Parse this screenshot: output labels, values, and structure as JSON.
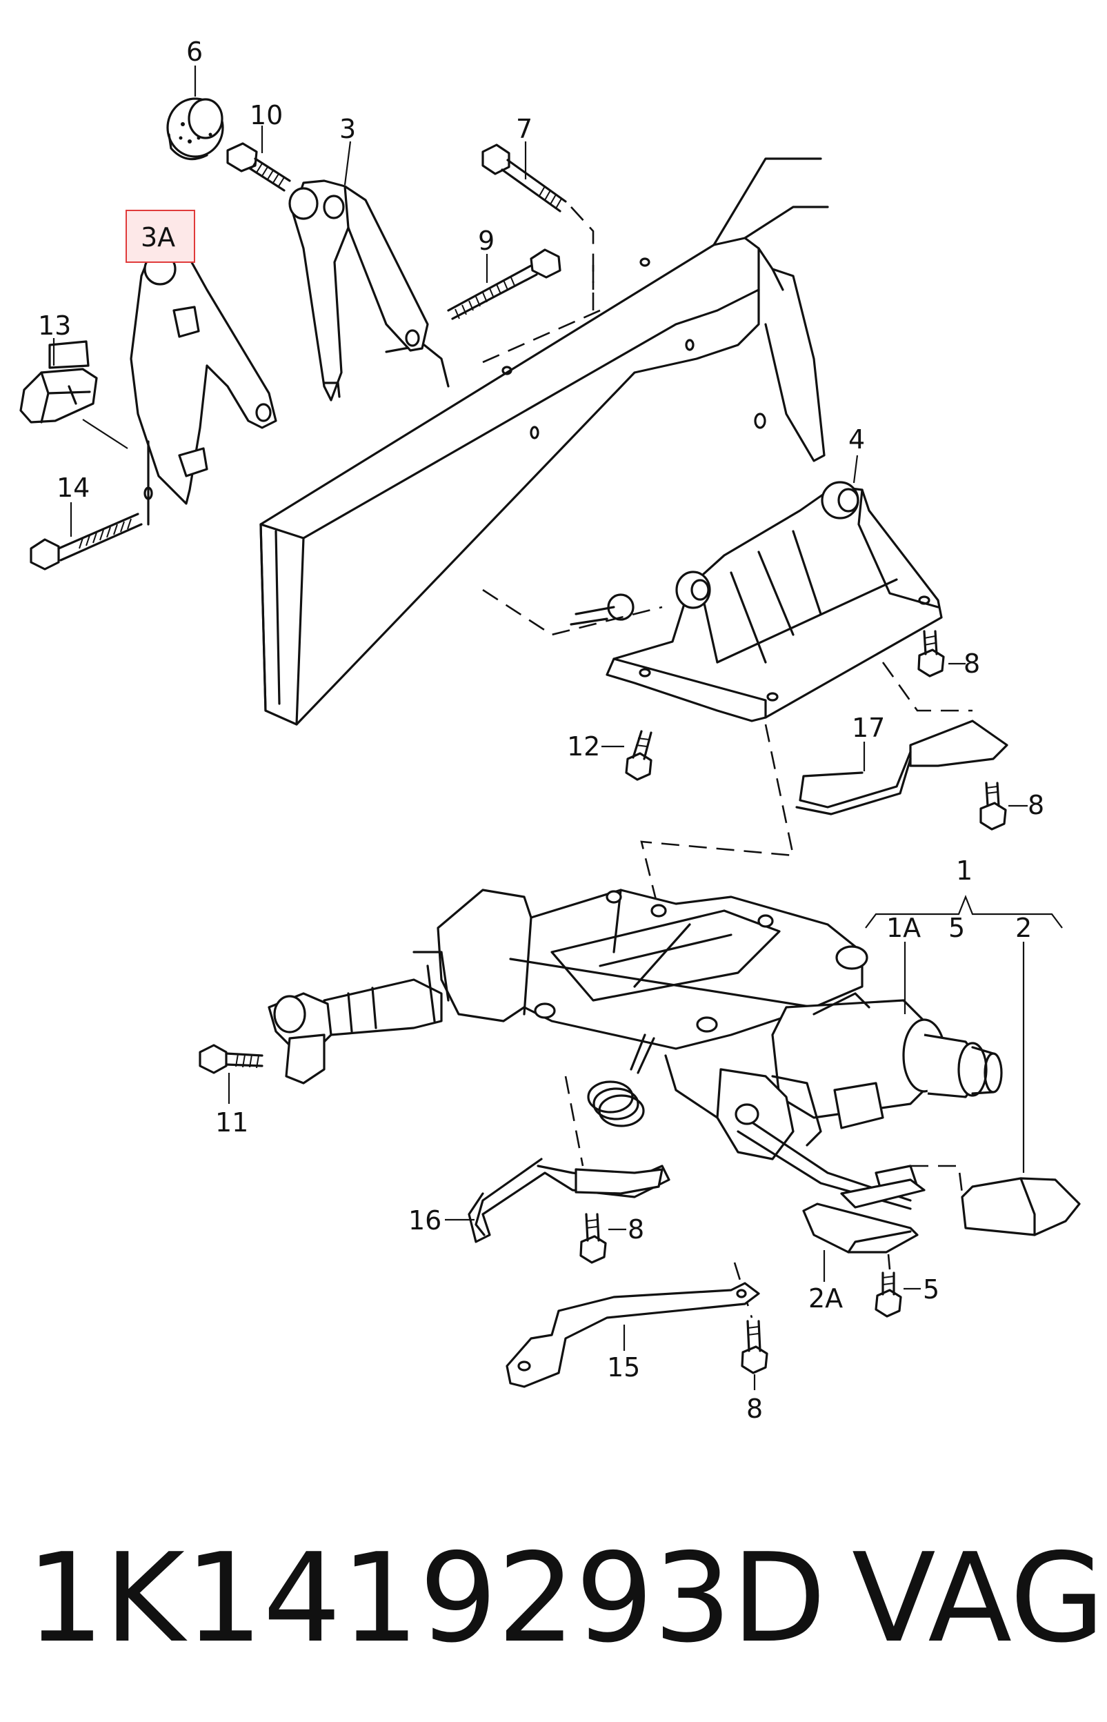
{
  "diagram": {
    "labels": {
      "l1": "1",
      "l1a": "1A",
      "l2": "2",
      "l2a": "2A",
      "l3": "3",
      "l3a": "3A",
      "l4": "4",
      "l5a": "5",
      "l5b": "5",
      "l6": "6",
      "l7": "7",
      "l8a": "8",
      "l8b": "8",
      "l8c": "8",
      "l8d": "8",
      "l9": "9",
      "l10": "10",
      "l11": "11",
      "l12": "12",
      "l13": "13",
      "l14": "14",
      "l15": "15",
      "l16": "16",
      "l17": "17"
    },
    "highlight_color": "#e03a3a",
    "highlight_fill": "#fde8e8"
  },
  "footer": {
    "part_number": "1K1419293D",
    "brand": "VAG"
  }
}
